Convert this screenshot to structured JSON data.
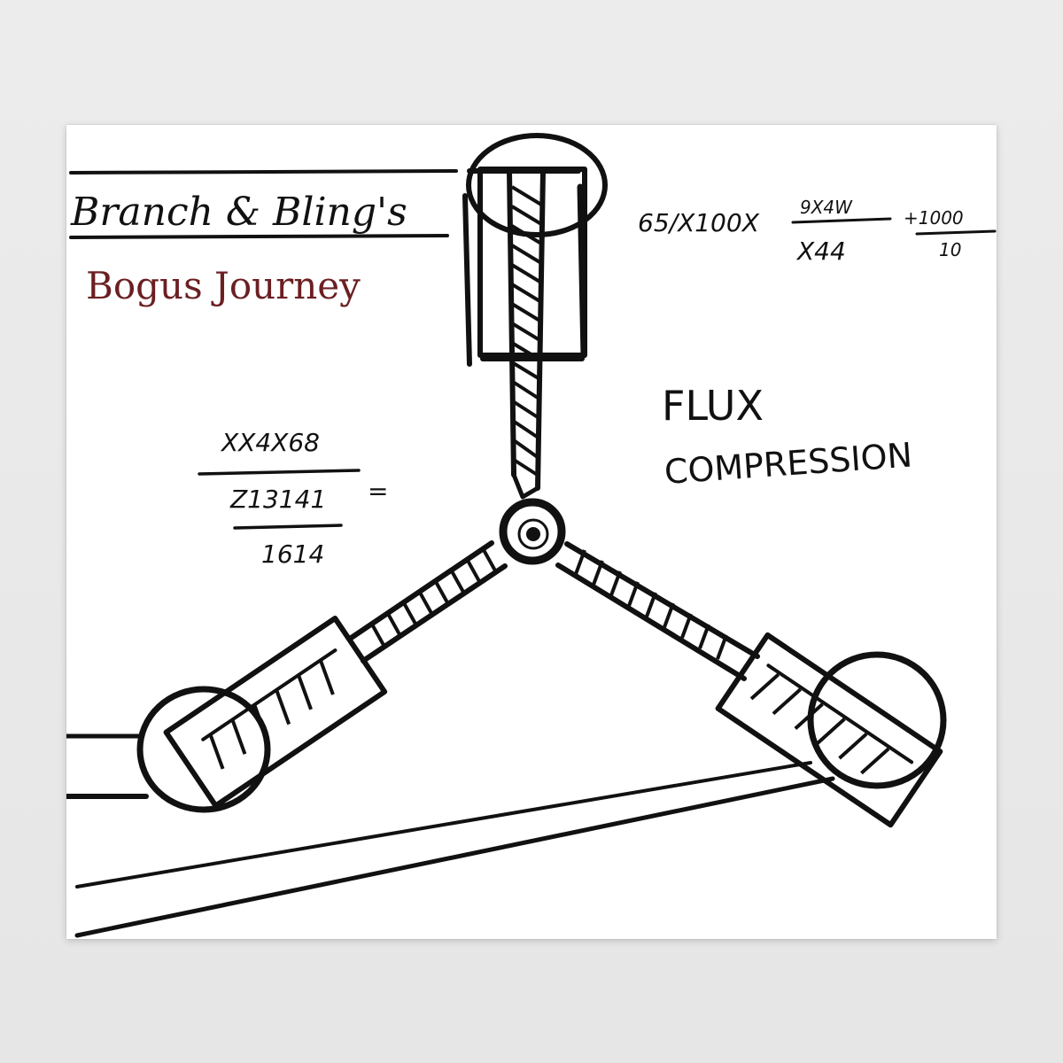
{
  "artwork": {
    "title_line1": "Branch & Bling's",
    "title_line2": "Bogus Journey",
    "title_line2_color": "#6b1f22",
    "formula_top": {
      "lead": "65/X100X",
      "num": "9X4W",
      "den": "X44",
      "plus_num": "+1000",
      "plus_den": "10"
    },
    "formula_left": {
      "num": "XX4X68",
      "den": "Z13141",
      "equals": "=",
      "bottom": "1614"
    },
    "flux_line1": "FLUX",
    "flux_line2": "COMPRESSION",
    "ink_color": "#111111",
    "background_color": "#ffffff"
  }
}
